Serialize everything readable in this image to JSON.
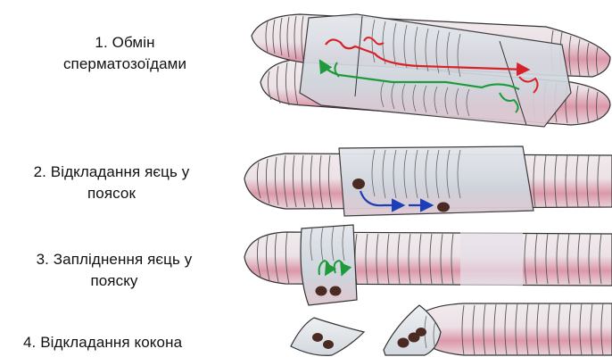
{
  "steps": [
    {
      "label": "1. Обмін сперматозоїдами",
      "line1": "1. Обмін",
      "line2": "сперматозоїдами"
    },
    {
      "label": "2. Відкладання яєць у пояс ок",
      "line1": "2. Відкладання яєць у",
      "line2": "поясок"
    },
    {
      "label": "3. Запліднення яєць у пояску",
      "line1": "3. Запліднення яєць у",
      "line2": "пояску"
    },
    {
      "label": "4. Відкладання кокона",
      "line1": "4. Відкладання кокона"
    }
  ],
  "colors": {
    "worm_skin": "#e9dfe4",
    "worm_pink": "#d98ea2",
    "clitellum": "#cfd5dd",
    "outline": "#333333",
    "sperm_red": "#d8222a",
    "sperm_green": "#1f9a3a",
    "egg_path_blue": "#1c3fb8",
    "egg": "#4a2a22"
  },
  "icons": [
    "earthworm-illustration",
    "arrow-icon",
    "egg-icon",
    "cocoon-icon"
  ]
}
